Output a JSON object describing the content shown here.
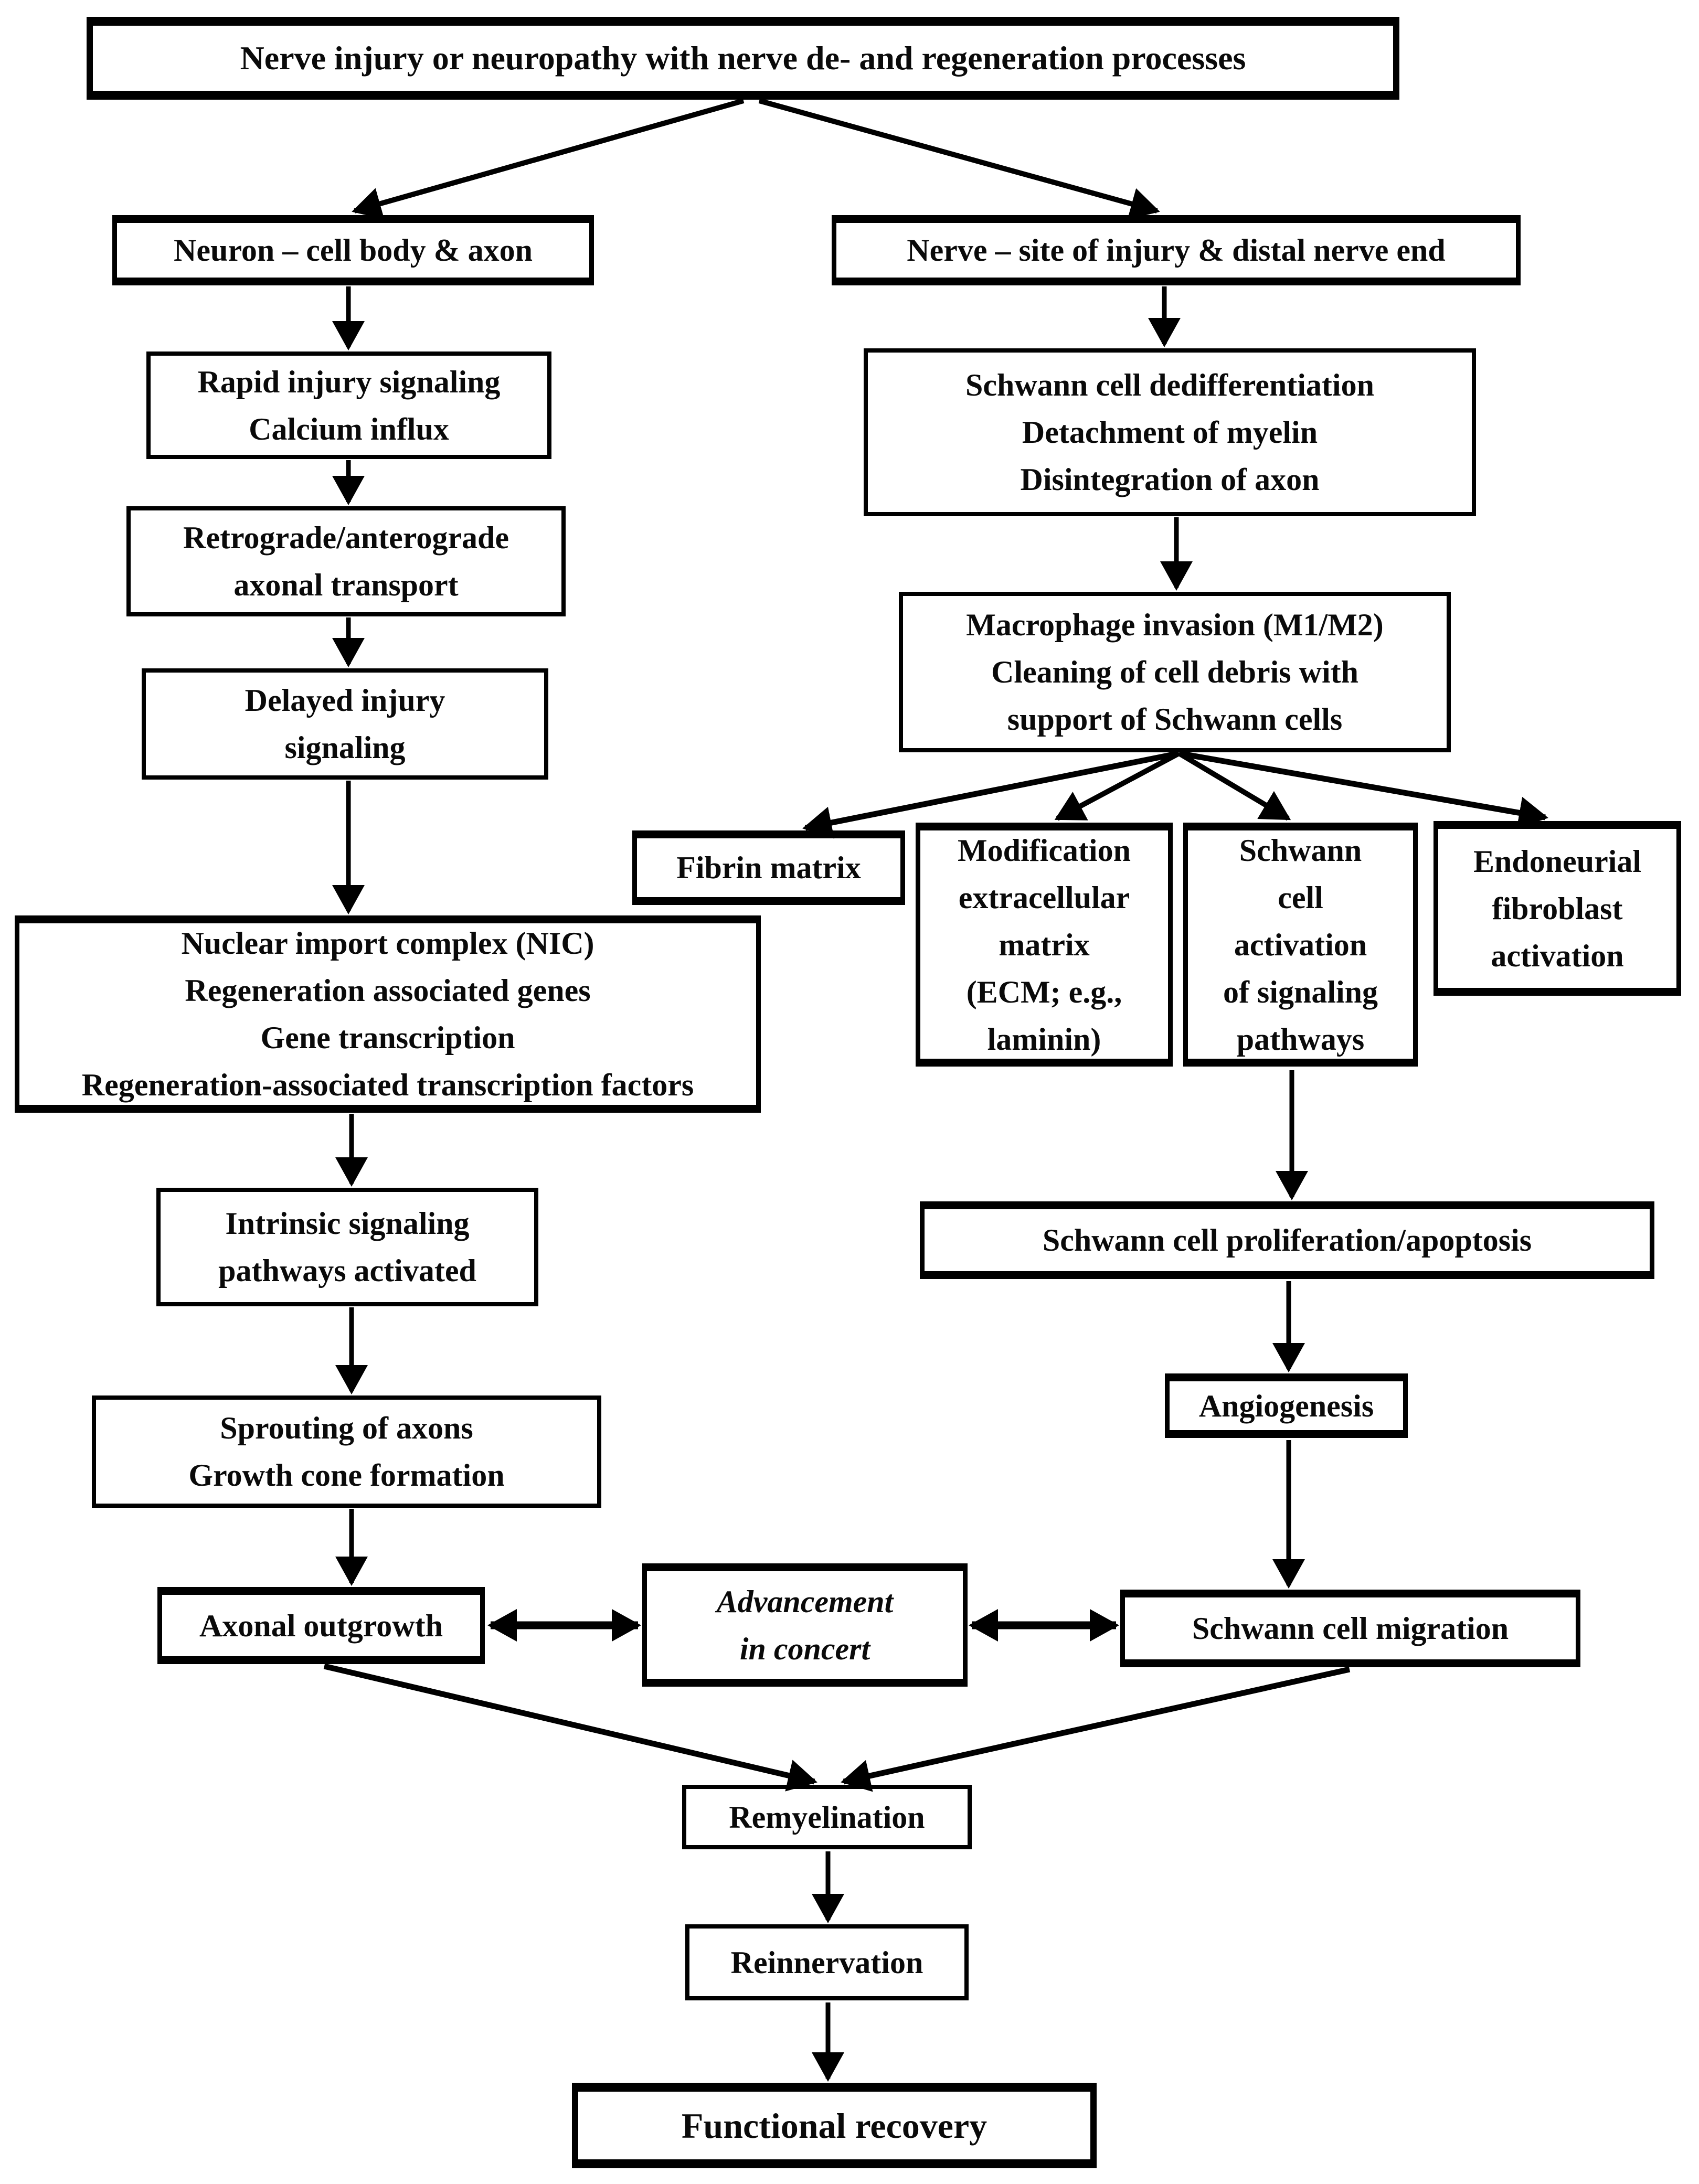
{
  "diagram": {
    "background_color": "#ffffff",
    "ink_color": "#000000",
    "title": "Nerve injury or neuropathy with nerve de- and regeneration processes",
    "nodes": {
      "neuron_header": {
        "label": "Neuron – cell body & axon"
      },
      "nerve_header": {
        "label": "Nerve – site of injury & distal nerve end"
      },
      "rapid_injury": {
        "label": "Rapid injury signaling\nCalcium influx"
      },
      "axonal_transport": {
        "label": "Retrograde/anterograde\naxonal transport"
      },
      "delayed_injury": {
        "label": "Delayed injury\nsignaling"
      },
      "nic": {
        "label": "Nuclear import complex (NIC)\nRegeneration associated genes\nGene transcription\nRegeneration-associated transcription factors"
      },
      "intrinsic": {
        "label": "Intrinsic signaling\npathways activated"
      },
      "sprouting": {
        "label": "Sprouting of axons\nGrowth cone formation"
      },
      "axonal_outgrowth": {
        "label": "Axonal outgrowth"
      },
      "advancement": {
        "label": "Advancement\nin concert"
      },
      "dedifferentiation": {
        "label": "Schwann cell dedifferentiation\nDetachment of myelin\nDisintegration of axon"
      },
      "macrophage": {
        "label": "Macrophage invasion (M1/M2)\nCleaning of cell debris with\nsupport of Schwann cells"
      },
      "fibrin": {
        "label": "Fibrin matrix"
      },
      "ecm": {
        "label": "Modification\nextracellular\nmatrix\n(ECM; e.g.,\nlaminin)"
      },
      "schwann_activation": {
        "label": "Schwann\ncell\nactivation\nof signaling\npathways"
      },
      "endoneurial": {
        "label": "Endoneurial\nfibroblast\nactivation"
      },
      "proliferation": {
        "label": "Schwann cell proliferation/apoptosis"
      },
      "angiogenesis": {
        "label": "Angiogenesis"
      },
      "migration": {
        "label": "Schwann cell migration"
      },
      "remyelination": {
        "label": "Remyelination"
      },
      "reinnervation": {
        "label": "Reinnervation"
      },
      "functional_recovery": {
        "label": "Functional recovery"
      }
    },
    "edges": [
      {
        "from": "title",
        "to": "neuron_header"
      },
      {
        "from": "title",
        "to": "nerve_header"
      },
      {
        "from": "neuron_header",
        "to": "rapid_injury"
      },
      {
        "from": "rapid_injury",
        "to": "axonal_transport"
      },
      {
        "from": "axonal_transport",
        "to": "delayed_injury"
      },
      {
        "from": "delayed_injury",
        "to": "nic"
      },
      {
        "from": "nic",
        "to": "intrinsic"
      },
      {
        "from": "intrinsic",
        "to": "sprouting"
      },
      {
        "from": "sprouting",
        "to": "axonal_outgrowth"
      },
      {
        "from": "nerve_header",
        "to": "dedifferentiation"
      },
      {
        "from": "dedifferentiation",
        "to": "macrophage"
      },
      {
        "from": "macrophage",
        "to": "fibrin"
      },
      {
        "from": "macrophage",
        "to": "ecm"
      },
      {
        "from": "macrophage",
        "to": "schwann_activation"
      },
      {
        "from": "macrophage",
        "to": "endoneurial"
      },
      {
        "from": "schwann_activation",
        "to": "proliferation"
      },
      {
        "from": "proliferation",
        "to": "angiogenesis"
      },
      {
        "from": "angiogenesis",
        "to": "migration"
      },
      {
        "from": "axonal_outgrowth",
        "to": "advancement",
        "bidirectional": true
      },
      {
        "from": "advancement",
        "to": "migration",
        "bidirectional": true
      },
      {
        "from": "axonal_outgrowth",
        "to": "remyelination"
      },
      {
        "from": "migration",
        "to": "remyelination"
      },
      {
        "from": "remyelination",
        "to": "reinnervation"
      },
      {
        "from": "reinnervation",
        "to": "functional_recovery"
      }
    ]
  }
}
